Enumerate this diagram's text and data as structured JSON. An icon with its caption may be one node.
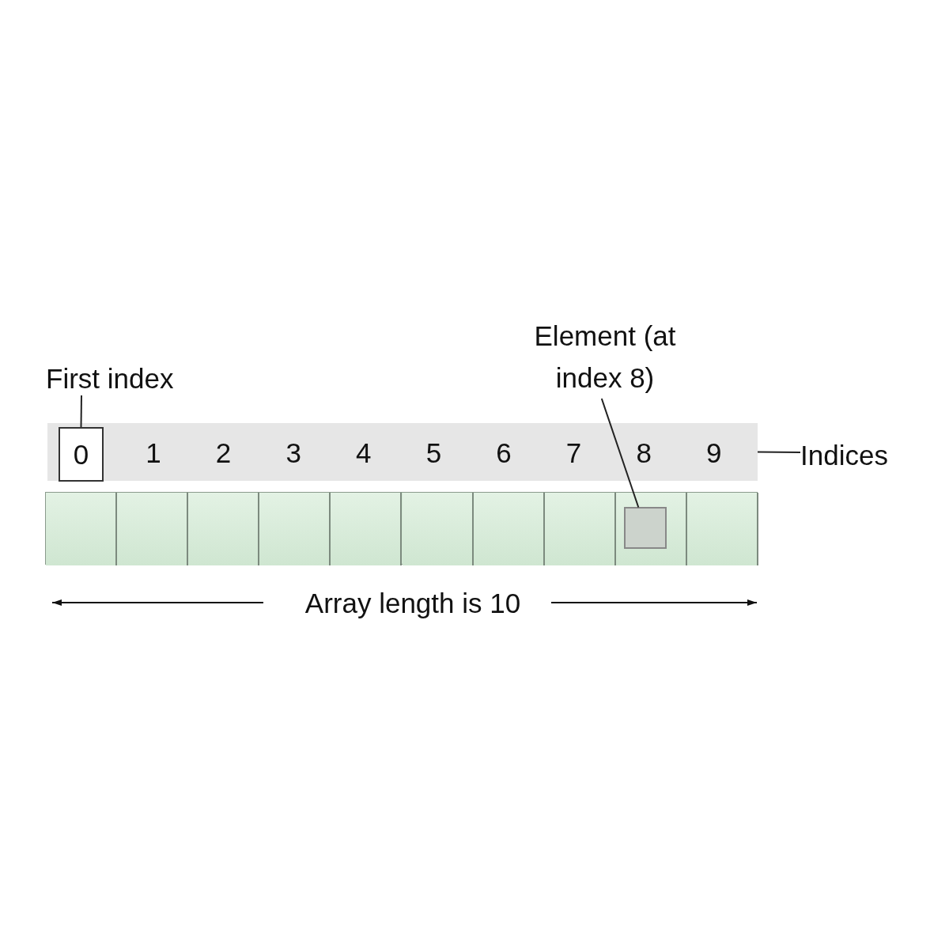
{
  "diagram": {
    "nodes": [
      {
        "text": [
          "First index"
        ]
      },
      {
        "text": [
          "Element (at index 8)"
        ]
      },
      {
        "text": [],
        "shape": "bar"
      },
      {
        "text": [
          "0"
        ],
        "in": 2
      },
      {
        "text": [
          "Indices"
        ]
      },
      {
        "text": [],
        "shape": "bar"
      },
      {
        "text": [],
        "shape": "box",
        "in": 5
      },
      {
        "text": [],
        "shape": "box",
        "in": 5
      },
      {
        "text": [],
        "shape": "box",
        "in": 5
      },
      {
        "text": [],
        "shape": "box",
        "in": 5
      },
      {
        "text": [],
        "shape": "box",
        "in": 5
      },
      {
        "text": [],
        "shape": "box",
        "in": 5
      },
      {
        "text": [],
        "shape": "box",
        "in": 5
      },
      {
        "text": [],
        "shape": "box",
        "in": 5
      },
      {
        "text": [],
        "shape": "box",
        "in": 5
      },
      {
        "text": [],
        "shape": "box",
        "in": 5
      },
      {
        "text": [],
        "shape": "box",
        "in": 14
      }
    ],
    "edges": [
      {
        "from": 0,
        "to": 3,
        "arrow": "none"
      },
      {
        "from": 1,
        "to": 16,
        "arrow": "none"
      },
      {
        "from": 4,
        "to": 2,
        "arrow": "none"
      }
    ],
    "labels": [
      "1",
      "2",
      "3",
      "4",
      "5",
      "6",
      "7",
      "8",
      "9",
      "Array length is 10"
    ]
  }
}
